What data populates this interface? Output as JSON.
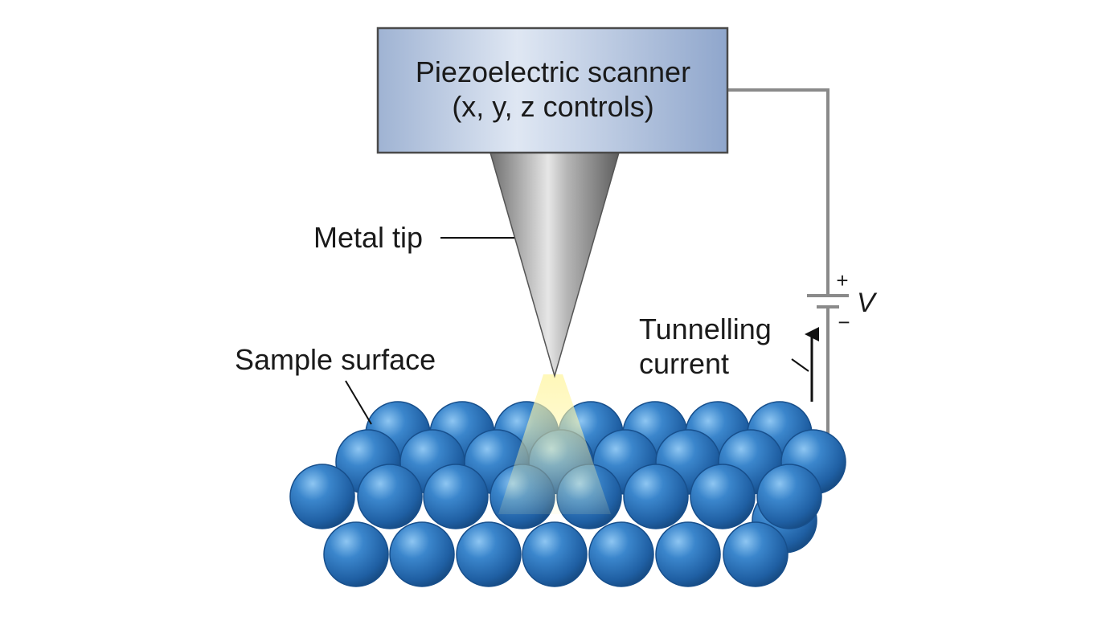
{
  "scanner": {
    "line1": "Piezoelectric scanner",
    "line2": "(x, y, z controls)"
  },
  "labels": {
    "metal_tip": "Metal tip",
    "sample_surface": "Sample surface",
    "current_line1": "Tunnelling",
    "current_line2": "current",
    "voltage": "V",
    "plus": "+",
    "minus": "−"
  },
  "colors": {
    "atom": "#2a72b8",
    "scanner_fill": "#b8c8e0",
    "tip": "#8c8c8c",
    "glow": "#fff28a",
    "wire": "#8a8a8a"
  }
}
